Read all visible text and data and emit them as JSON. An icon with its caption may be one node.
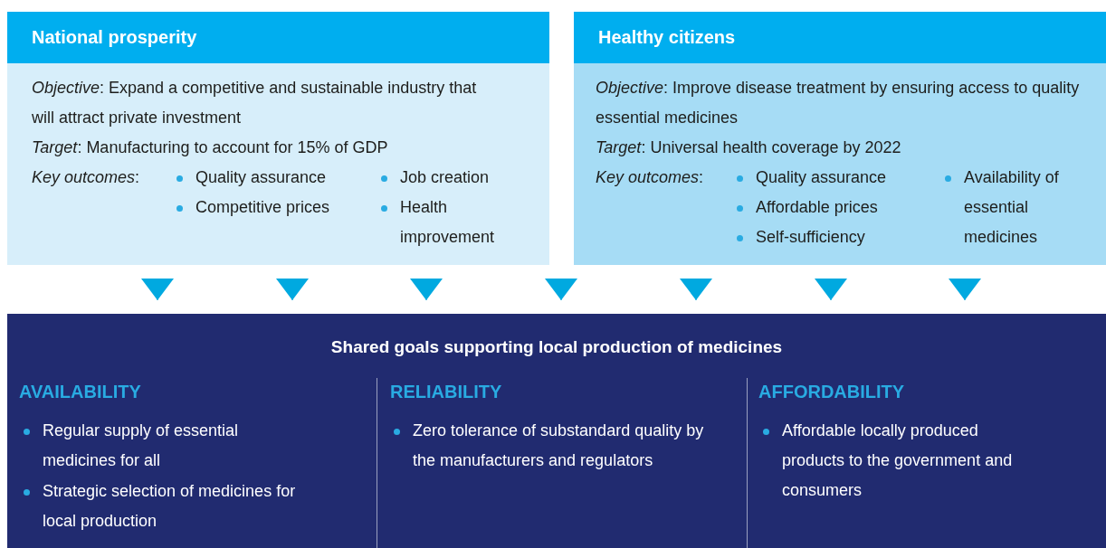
{
  "diagram": {
    "nodes": [
      {
        "text": [
          "National prosperity",
          "*Objective*: Expand a competitive and sustainable industry that will attract private investment",
          "*Target*: Manufacturing to account for 15% of GDP",
          "*Key outcomes*:",
          "Quality assurance",
          "Competitive prices",
          "Job creation",
          "Health improvement"
        ]
      },
      {
        "text": [
          "Healthy citizens",
          "*Objective*: Improve disease treatment by ensuring access to quality essential medicines",
          "*Target*: Universal health coverage by 2022",
          "*Key outcomes*:",
          "Quality assurance",
          "Affordable prices",
          "Self-sufficiency",
          "Availability of essential medicines"
        ]
      },
      {
        "text": [
          "Shared goals supporting local production of medicines"
        ]
      },
      {
        "text": [
          "AVAILABILITY",
          "Regular supply of essential medicines for all",
          "Strategic selection of medicines for local production"
        ],
        "in": 2
      },
      {
        "text": [
          "RELIABILITY",
          "Zero tolerance of substandard quality by the manufacturers and regulators"
        ],
        "in": 2
      },
      {
        "text": [
          "AFFORDABILITY",
          "Affordable locally produced products to the government and consumers"
        ],
        "in": 2
      }
    ],
    "edges": [
      {
        "from": 0,
        "to": 2,
        "arrow": "to"
      },
      {
        "from": 0,
        "to": 2,
        "arrow": "to"
      },
      {
        "from": 0,
        "to": 2,
        "arrow": "to"
      },
      {
        "from": null,
        "to": 2,
        "arrow": "to"
      },
      {
        "from": 1,
        "to": 2,
        "arrow": "to"
      },
      {
        "from": 1,
        "to": 2,
        "arrow": "to"
      },
      {
        "from": 1,
        "to": 2,
        "arrow": "to"
      }
    ]
  }
}
